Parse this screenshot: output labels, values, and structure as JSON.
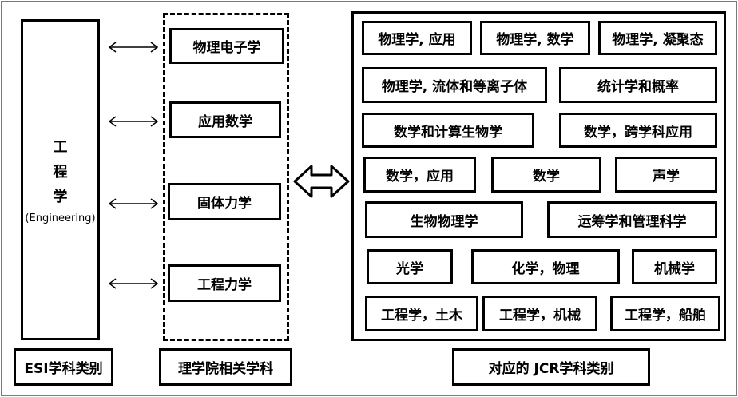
{
  "esi": {
    "chars": [
      "工",
      "程",
      "学"
    ],
    "english": "(Engineering)",
    "footer": "ESI学科类别"
  },
  "science": {
    "items": [
      "物理电子学",
      "应用数学",
      "固体力学",
      "工程力学"
    ],
    "footer": "理学院相关学科"
  },
  "jcr": {
    "rows": [
      [
        "物理学, 应用",
        "物理学, 数学",
        "物理学, 凝聚态"
      ],
      [
        "物理学, 流体和等离子体",
        "统计学和概率"
      ],
      [
        "数学和计算生物学",
        "数学，跨学科应用"
      ],
      [
        "数学，应用",
        "数学",
        "声学"
      ],
      [
        "生物物理学",
        "运筹学和管理科学"
      ],
      [
        "光学",
        "化学，物理",
        "机械学"
      ],
      [
        "工程学，土木",
        "工程学，机械",
        "工程学，船舶"
      ]
    ],
    "footer": "对应的 JCR学科类别"
  },
  "colors": {
    "stroke": "#000000",
    "background": "#ffffff",
    "frame": "#7a7a7a"
  },
  "icons": [
    "double-headed-arrow-icon",
    "big-hollow-double-arrow-icon"
  ]
}
